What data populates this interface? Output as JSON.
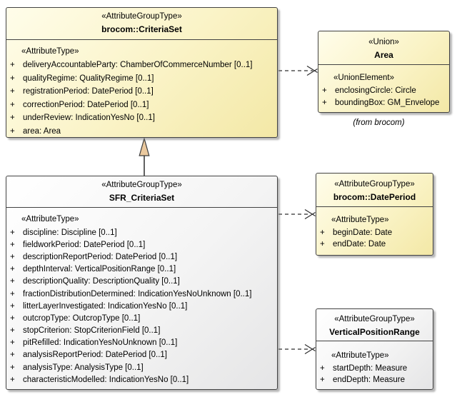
{
  "diagram_title": "UML class diagram - SFR_CriteriaSet",
  "colors": {
    "background": "#FFFFFF",
    "yellow_fill": "#FAF3C6",
    "gray_fill": "#F4F4F4",
    "border": "#424242",
    "generalization_triangle_fill": "#EBC99E",
    "text": "#000000"
  },
  "boxes": {
    "criteria_set": {
      "stereotype": "«AttributeGroupType»",
      "name": "brocom::CriteriaSet",
      "attr_stereotype": "«AttributeType»",
      "attributes": [
        {
          "v": "+",
          "t": "deliveryAccountableParty: ChamberOfCommerceNumber [0..1]"
        },
        {
          "v": "+",
          "t": "qualityRegime: QualityRegime [0..1]"
        },
        {
          "v": "+",
          "t": "registrationPeriod: DatePeriod [0..1]"
        },
        {
          "v": "+",
          "t": "correctionPeriod: DatePeriod [0..1]"
        },
        {
          "v": "+",
          "t": "underReview: IndicationYesNo [0..1]"
        },
        {
          "v": "+",
          "t": "area: Area"
        }
      ]
    },
    "area": {
      "stereotype": "«Union»",
      "name": "Area",
      "attr_stereotype": "«UnionElement»",
      "attributes": [
        {
          "v": "+",
          "t": "enclosingCircle: Circle"
        },
        {
          "v": "+",
          "t": "boundingBox: GM_Envelope"
        }
      ],
      "note": "(from brocom)"
    },
    "sfr_criteria_set": {
      "stereotype": "«AttributeGroupType»",
      "name": "SFR_CriteriaSet",
      "attr_stereotype": "«AttributeType»",
      "attributes": [
        {
          "v": "+",
          "t": "discipline: Discipline [0..1]"
        },
        {
          "v": "+",
          "t": "fieldworkPeriod: DatePeriod [0..1]"
        },
        {
          "v": "+",
          "t": "descriptionReportPeriod: DatePeriod [0..1]"
        },
        {
          "v": "+",
          "t": "depthInterval: VerticalPositionRange [0..1]"
        },
        {
          "v": "+",
          "t": "descriptionQuality: DescriptionQuality [0..1]"
        },
        {
          "v": "+",
          "t": "fractionDistributionDetermined: IndicationYesNoUnknown [0..1]"
        },
        {
          "v": "+",
          "t": "litterLayerInvestigated: IndicationYesNo [0..1]"
        },
        {
          "v": "+",
          "t": "outcropType: OutcropType [0..1]"
        },
        {
          "v": "+",
          "t": "stopCriterion: StopCriterionField [0..1]"
        },
        {
          "v": "+",
          "t": "pitRefilled: IndicationYesNoUnknown [0..1]"
        },
        {
          "v": "+",
          "t": "analysisReportPeriod: DatePeriod [0..1]"
        },
        {
          "v": "+",
          "t": "analysisType: AnalysisType [0..1]"
        },
        {
          "v": "+",
          "t": "characteristicModelled: IndicationYesNo [0..1]"
        }
      ]
    },
    "date_period": {
      "stereotype": "«AttributeGroupType»",
      "name": "brocom::DatePeriod",
      "attr_stereotype": "«AttributeType»",
      "attributes": [
        {
          "v": "+",
          "t": "beginDate: Date"
        },
        {
          "v": "+",
          "t": "endDate: Date"
        }
      ]
    },
    "vertical_position_range": {
      "stereotype": "«AttributeGroupType»",
      "name": "VerticalPositionRange",
      "attr_stereotype": "«AttributeType»",
      "attributes": [
        {
          "v": "+",
          "t": "startDepth: Measure"
        },
        {
          "v": "+",
          "t": "endDepth: Measure"
        }
      ]
    }
  }
}
